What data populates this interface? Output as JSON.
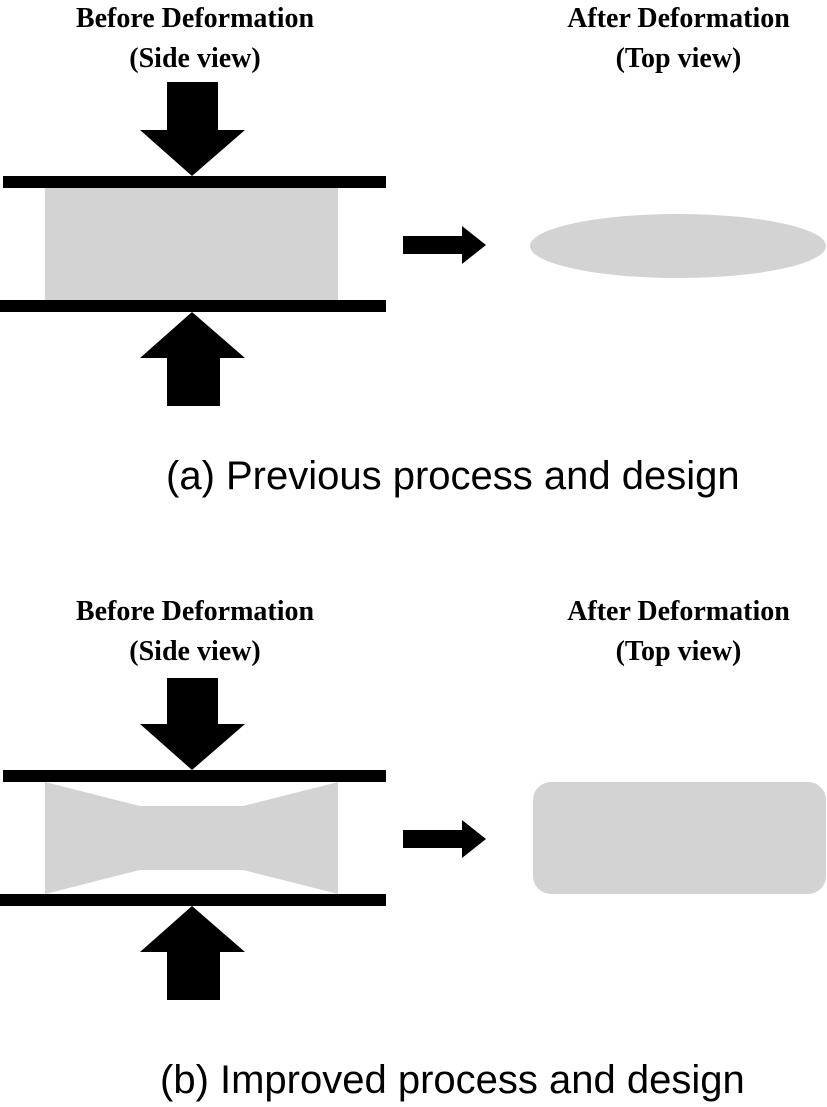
{
  "panel_a": {
    "before_title": "Before Deformation",
    "before_subtitle": "(Side view)",
    "after_title": "After Deformation",
    "after_subtitle": "(Top view)",
    "caption": "(a) Previous process and design"
  },
  "panel_b": {
    "before_title": "Before Deformation",
    "before_subtitle": "(Side view)",
    "after_title": "After Deformation",
    "after_subtitle": "(Top view)",
    "caption": "(b) Improved process and design"
  },
  "colors": {
    "ink": "#000000",
    "workpiece": "#d3d3d3"
  }
}
